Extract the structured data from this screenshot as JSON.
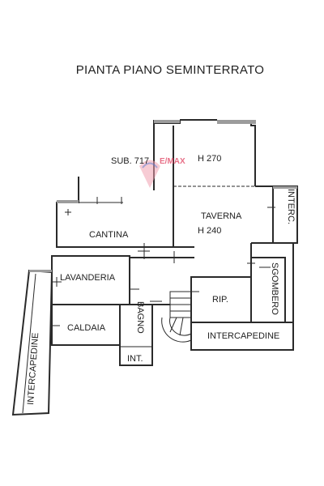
{
  "title": "PIANTA PIANO SEMINTERRATO",
  "logo_text": "E/MAX",
  "rooms": {
    "sub": "SUB. 717",
    "h270": "H 270",
    "taverna": "TAVERNA",
    "h240": "H 240",
    "interc": "INTERC.",
    "cantina": "CANTINA",
    "lavanderia": "LAVANDERIA",
    "caldaia": "CALDAIA",
    "bagno": "BAGNO",
    "int": "INT.",
    "rip": "RIP.",
    "sgombero": "SGOMBERO",
    "intercapedine_right": "INTERCAPEDINE",
    "intercapedine_left": "INTERCAPEDINE"
  },
  "colors": {
    "wall": "#2a2a2a",
    "logo": "#e04060"
  }
}
